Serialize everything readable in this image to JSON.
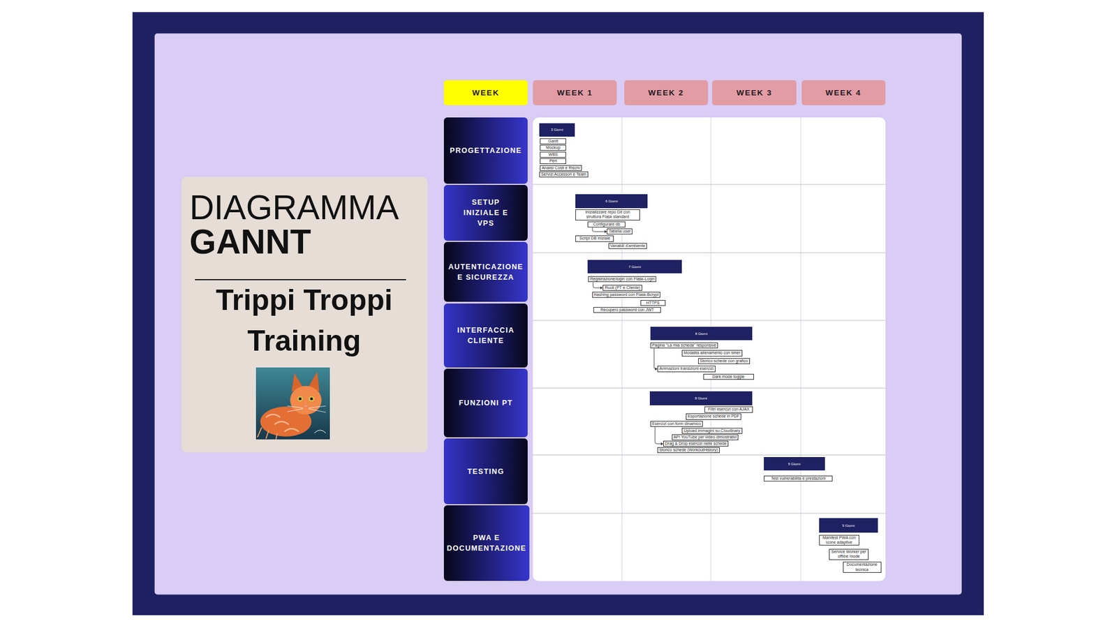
{
  "diagram": {
    "nodes": [
      {
        "text": [
          "DIAGRAMMA",
          "GANNT",
          "Trippi Troppi Training"
        ]
      },
      {
        "text": [
          "WEEK"
        ]
      },
      {
        "text": [
          "WEEK 1"
        ]
      },
      {
        "text": [
          "WEEK 2"
        ]
      },
      {
        "text": [
          "WEEK 3"
        ]
      },
      {
        "text": [
          "WEEK 4"
        ]
      },
      {
        "text": [
          "PROGETTAZIONE"
        ]
      },
      {
        "text": [
          "SETUP INIZIALE E VPS"
        ]
      },
      {
        "text": [
          "AUTENTICAZIONE E SICUREZZA"
        ]
      },
      {
        "text": [
          "INTERFACCIA CLIENTE"
        ]
      },
      {
        "text": [
          "FUNZIONI PT"
        ]
      },
      {
        "text": [
          "TESTING"
        ]
      },
      {
        "text": [
          "PWA E DOCUMENTAZIONE"
        ]
      },
      {
        "text": [
          "3 Giorni"
        ]
      },
      {
        "text": [
          "Gantt"
        ]
      },
      {
        "text": [
          "Mockup"
        ]
      },
      {
        "text": [
          "WBS"
        ]
      },
      {
        "text": [
          "Pert"
        ]
      },
      {
        "text": [
          "Analisi Costi e Rischi"
        ]
      },
      {
        "text": [
          "Servizi Accessori e Team"
        ]
      },
      {
        "text": [
          "6 Giorni"
        ]
      },
      {
        "text": [
          "Inizializzare repo Git con struttura Flask standard"
        ]
      },
      {
        "text": [
          "Configurare db"
        ]
      },
      {
        "text": [
          "Tabella user"
        ]
      },
      {
        "text": [
          "Script DB iniziale"
        ]
      },
      {
        "text": [
          "Variabili d'ambiente"
        ]
      },
      {
        "text": [
          "7 Giorni"
        ]
      },
      {
        "text": [
          "Registrazione/login con Flask-Login"
        ]
      },
      {
        "text": [
          "Ruoli (PT e Cliente)"
        ]
      },
      {
        "text": [
          "Hashing password con Flask-Bcrypt"
        ]
      },
      {
        "text": [
          "HTTPS"
        ]
      },
      {
        "text": [
          "Recupero password con JWT"
        ]
      },
      {
        "text": [
          "8 Giorni"
        ]
      },
      {
        "text": [
          "Pagina \"La mia scheda\" responsive"
        ]
      },
      {
        "text": [
          "Modalità allenamento con timer"
        ]
      },
      {
        "text": [
          "Storico schede con grafico"
        ]
      },
      {
        "text": [
          "Animazioni transizioni esercizi"
        ]
      },
      {
        "text": [
          "Dark mode toggle"
        ]
      },
      {
        "text": [
          "8 Giorni"
        ]
      },
      {
        "text": [
          "Filtri esercizi con AJAX"
        ]
      },
      {
        "text": [
          "Esportazione schede in PDF"
        ]
      },
      {
        "text": [
          "Esercizi con form dinamico"
        ]
      },
      {
        "text": [
          "Upload immagini su Cloudinary"
        ]
      },
      {
        "text": [
          "API YouTube per video dimostrativi"
        ]
      },
      {
        "text": [
          "Drag & Drop esercizi nelle schede"
        ]
      },
      {
        "text": [
          "Storico schede (WorkoutHistory)"
        ]
      },
      {
        "text": [
          "5 Giorni"
        ]
      },
      {
        "text": [
          "Test vulnerabilità e prestazioni"
        ]
      },
      {
        "text": [
          "5 Giorni"
        ]
      },
      {
        "text": [
          "Manifest PWA con icone adaptive"
        ]
      },
      {
        "text": [
          "Service Worker per offline mode"
        ]
      },
      {
        "text": [
          "Documentazione tecnica"
        ]
      }
    ],
    "edges": [
      {
        "from": 22,
        "to": 23,
        "arrow": "to"
      },
      {
        "from": 27,
        "to": 28,
        "arrow": "to"
      },
      {
        "from": 33,
        "to": 36,
        "arrow": "to"
      },
      {
        "from": 41,
        "to": 44,
        "arrow": "to"
      }
    ]
  }
}
